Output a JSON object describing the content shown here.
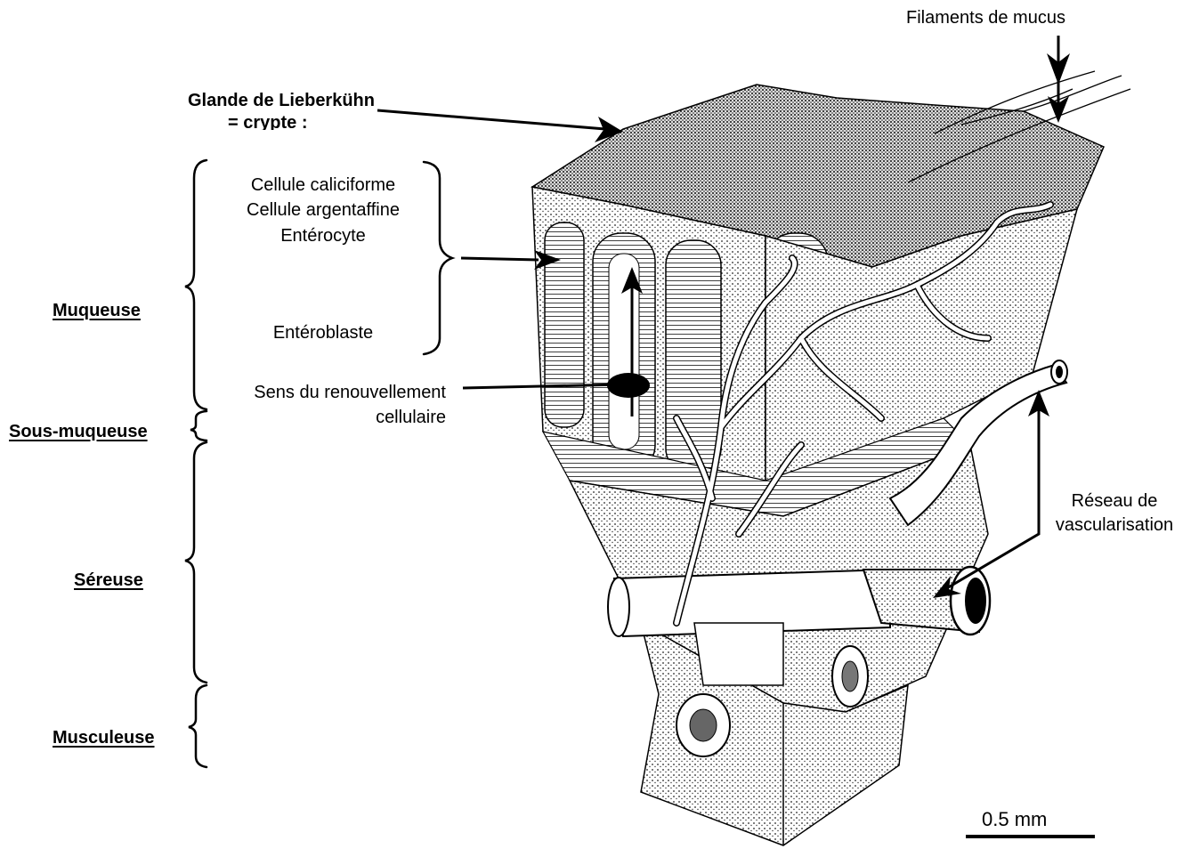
{
  "labels": {
    "crypt_line1": "Glande de Lieberkühn",
    "crypt_line2": "= crypte :",
    "mucus": "Filaments de mucus",
    "cell1": "Cellule caliciforme",
    "cell2": "Cellule argentaffine",
    "cell3": "Entérocyte",
    "cell4": "Entéroblaste",
    "renewal_line1": "Sens du renouvellement",
    "renewal_line2": "cellulaire",
    "vasc_line1": "Réseau de",
    "vasc_line2": "vascularisation",
    "scale": "0.5 mm"
  },
  "layers": {
    "muqueuse": "Muqueuse",
    "sous_muqueuse": "Sous-muqueuse",
    "sereuse": "Séreuse",
    "musculeuse": "Musculeuse"
  }
}
